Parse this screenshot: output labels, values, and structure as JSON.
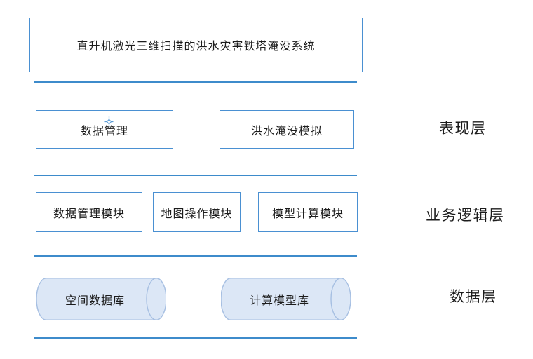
{
  "diagram": {
    "title": "直升机激光三维扫描的洪水灾害铁塔淹没系统",
    "presentation_layer": {
      "label": "表现层",
      "boxes": [
        "数据管理",
        "洪水淹没模拟"
      ]
    },
    "business_layer": {
      "label": "业务逻辑层",
      "boxes": [
        "数据管理模块",
        "地图操作模块",
        "模型计算模块"
      ]
    },
    "data_layer": {
      "label": "数据层",
      "cylinders": [
        "空间数据库",
        "计算模型库"
      ]
    },
    "icons": {
      "anchor_cursor": "anchor-crosshair-icon"
    },
    "colors": {
      "background": "#ffffff",
      "divider_line": "#3d8bcb",
      "box_border": "#4a90d2",
      "box_fill": "#ffffff",
      "cylinder_fill": "#dce7f6",
      "cylinder_border": "#a6bfe2",
      "text": "#1c1c1c",
      "anchor": "#5b9bd5"
    }
  }
}
